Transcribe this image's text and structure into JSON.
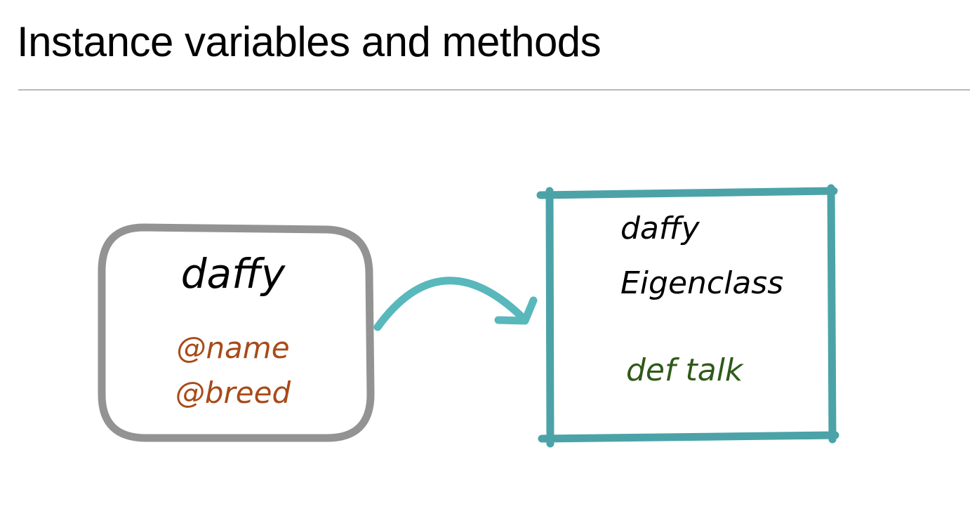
{
  "title": "Instance variables and methods",
  "diagram": {
    "object_box": {
      "name": "daffy",
      "instance_variables": [
        "@name",
        "@breed"
      ]
    },
    "eigenclass_box": {
      "label_lines": [
        "daffy",
        "Eigenclass"
      ],
      "method": "def talk"
    }
  },
  "colors": {
    "object_border": "#939393",
    "eigenclass_border": "#4ba3a8",
    "arrow": "#58b8bc",
    "instance_variable_text": "#a84a18",
    "method_text": "#2f5a1a",
    "text": "#000000"
  }
}
